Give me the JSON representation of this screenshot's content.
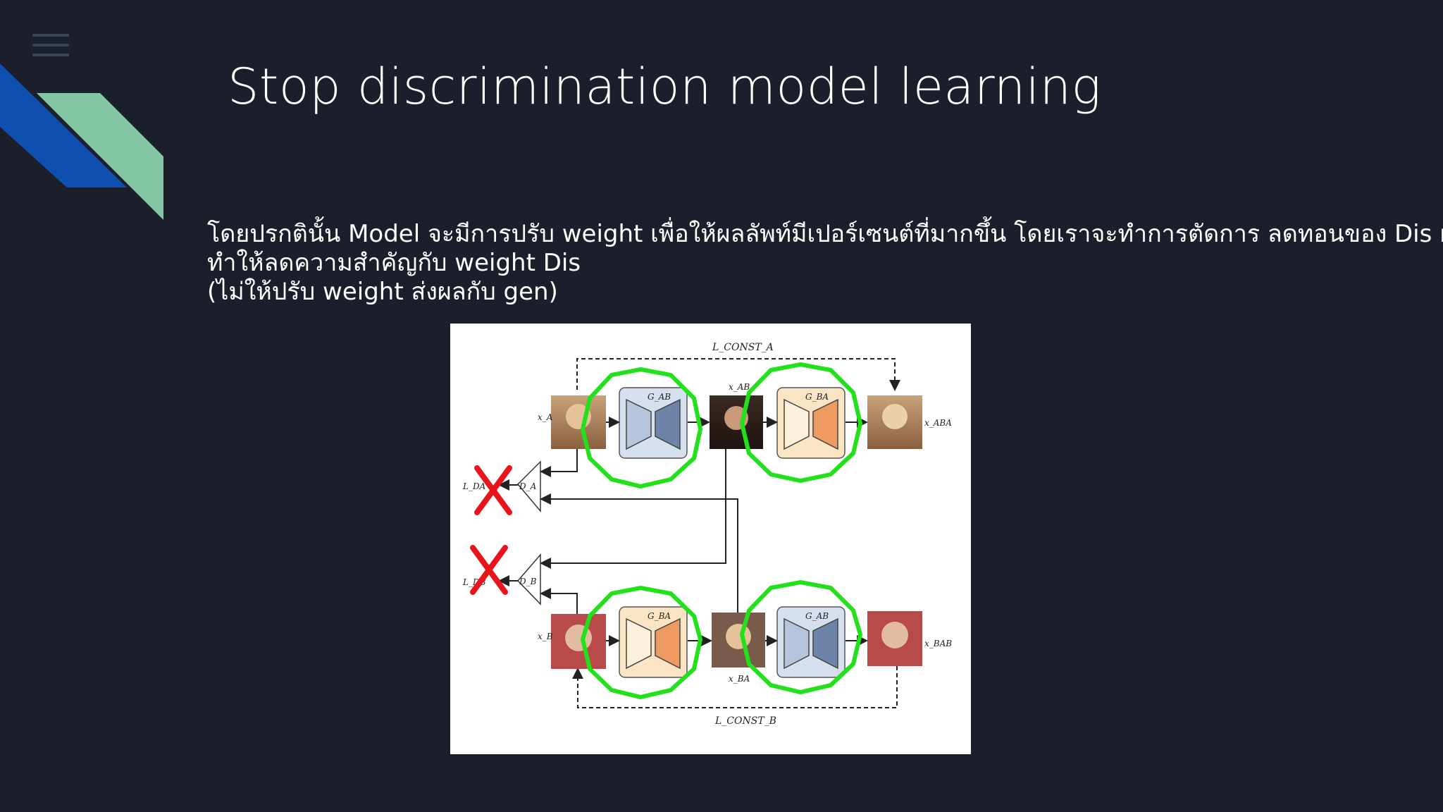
{
  "slide": {
    "title": "Stop discrimination model  learning",
    "body_lines": [
      "โดยปรกตินั้น Model จะมีการปรับ weight เพื่อให้ผลลัพท์มีเปอร์เซนต์ที่มากขึ้น โดยเราจะทำการตัดการ ลดทอนของ  Dis model  ทำให้ model",
      "ทำให้ลดความสำคัญกับ weight Dis",
      "(ไม่ให้ปรับ weight ส่งผลกับ gen)"
    ]
  },
  "figure": {
    "labels": {
      "l_const_a": "L_CONST_A",
      "l_const_b": "L_CONST_B",
      "g_ab": "G_AB",
      "g_ba": "G_BA",
      "x_a": "x_A",
      "x_ab": "x_AB",
      "x_aba": "x_ABA",
      "x_b": "x_B",
      "x_ba": "x_BA",
      "x_bab": "x_BAB",
      "d_a": "D_A",
      "d_b": "D_B",
      "l_da": "L_DA",
      "l_db": "L_DB"
    },
    "highlight_color": "#22e01a",
    "cross_color": "#e8141c"
  },
  "colors": {
    "background": "#1b1f2c",
    "deco_blue": "#0f4fb0",
    "deco_green": "#84c5a3",
    "menu": "#3a4256"
  }
}
